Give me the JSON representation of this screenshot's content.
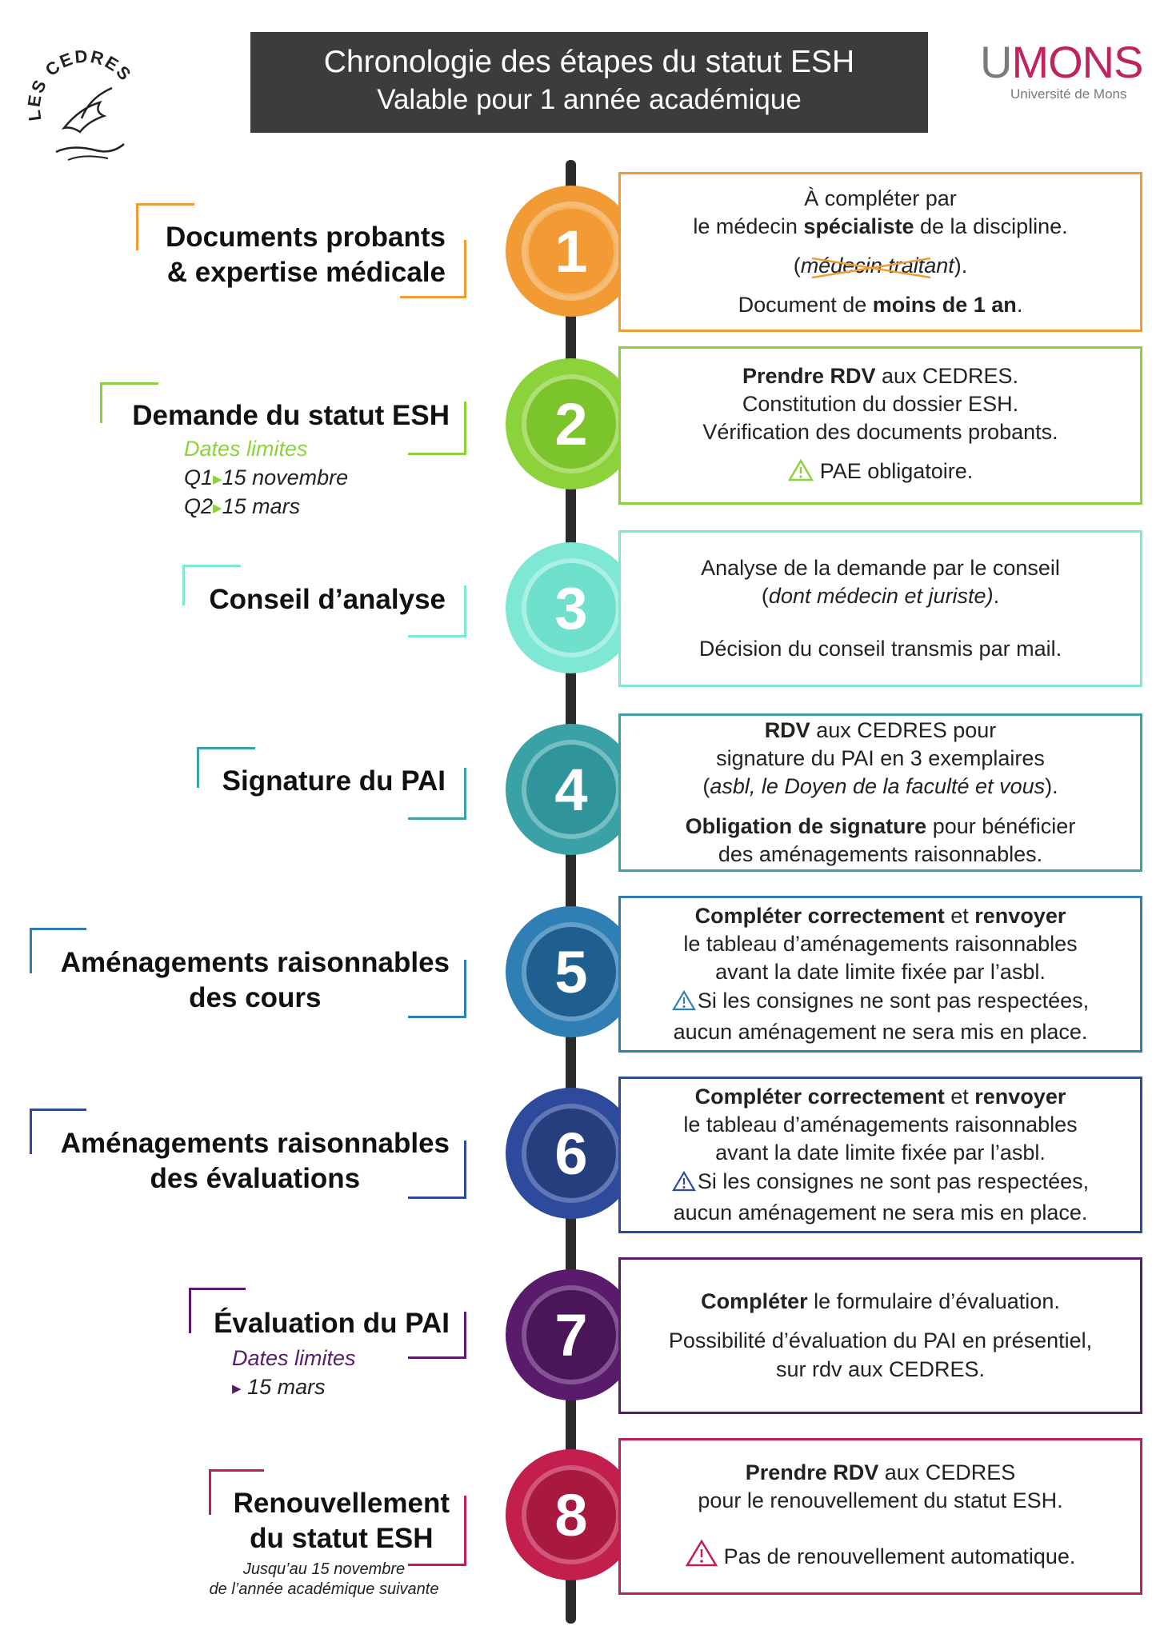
{
  "header": {
    "title": "Chronologie des étapes du statut ESH",
    "subtitle": "Valable pour 1 année académique"
  },
  "logos": {
    "left_text": "LES CEDRES",
    "right_main": "UMONS",
    "right_sub": "Université de Mons"
  },
  "colors": {
    "step1": "#f29a33",
    "step2": "#8cd23a",
    "step3": "#7fe8d5",
    "step4": "#3aa2a6",
    "step5": "#2f7fb5",
    "step6": "#2d4a9c",
    "step7": "#5a1b6d",
    "step8": "#c21e4e",
    "header_bg": "#3b3c3e"
  },
  "steps": [
    {
      "number": "1",
      "title_lines": [
        "Documents probants",
        "& expertise médicale"
      ],
      "desc": {
        "line1": "À compléter par",
        "line2_pre": "le médecin ",
        "line2_bold": "spécialiste",
        "line2_post": " de la discipline.",
        "line3_open": "(",
        "line3_struck": "médecin traitant",
        "line3_close": ").",
        "line4_pre": "Document de ",
        "line4_bold": "moins de 1 an",
        "line4_post": "."
      }
    },
    {
      "number": "2",
      "title_lines": [
        "Demande du statut ESH"
      ],
      "dates_label": "Dates limites",
      "dates": [
        {
          "q": "Q1",
          "date": "15 novembre"
        },
        {
          "q": "Q2",
          "date": "15 mars"
        }
      ],
      "desc": {
        "line1_bold": "Prendre RDV",
        "line1_post": " aux CEDRES.",
        "line2": "Constitution du dossier ESH.",
        "line3": "Vérification des documents probants.",
        "line4": "PAE obligatoire."
      }
    },
    {
      "number": "3",
      "title_lines": [
        "Conseil d’analyse"
      ],
      "desc": {
        "line1": "Analyse de la demande par le conseil",
        "line2_open": "(",
        "line2_italic": "dont médecin et juriste)",
        "line2_close": ".",
        "line3": "Décision du conseil transmis par mail."
      }
    },
    {
      "number": "4",
      "title_lines": [
        "Signature du PAI"
      ],
      "desc": {
        "line1_bold": "RDV",
        "line1_post": " aux CEDRES pour",
        "line2": "signature du PAI en 3 exemplaires",
        "line3_open": "(",
        "line3_italic": "asbl, le Doyen de la faculté et vous",
        "line3_close": ").",
        "line4_bold": "Obligation de signature",
        "line4_post": " pour bénéficier",
        "line5": "des aménagements raisonnables."
      }
    },
    {
      "number": "5",
      "title_lines": [
        "Aménagements raisonnables",
        "des cours"
      ],
      "desc": {
        "line1_bold_a": "Compléter correctement",
        "line1_mid": " et ",
        "line1_bold_b": "renvoyer",
        "line2": "le tableau d’aménagements raisonnables",
        "line3": "avant la date limite fixée par l’asbl.",
        "line4": "Si les consignes ne sont pas respectées,",
        "line5": "aucun aménagement ne sera mis en place."
      }
    },
    {
      "number": "6",
      "title_lines": [
        "Aménagements raisonnables",
        "des évaluations"
      ],
      "desc": {
        "line1_bold_a": "Compléter correctement",
        "line1_mid": " et ",
        "line1_bold_b": "renvoyer",
        "line2": "le tableau d’aménagements raisonnables",
        "line3": "avant la date limite fixée par l’asbl.",
        "line4": "Si les consignes ne sont pas respectées,",
        "line5": "aucun aménagement ne sera mis en place."
      }
    },
    {
      "number": "7",
      "title_lines": [
        "Évaluation du PAI"
      ],
      "dates_label": "Dates limites",
      "dates": [
        {
          "date": "15 mars"
        }
      ],
      "desc": {
        "line1_bold": "Compléter",
        "line1_post": " le formulaire d’évaluation.",
        "line2": "Possibilité d’évaluation du PAI en présentiel,",
        "line3": "sur rdv aux CEDRES."
      }
    },
    {
      "number": "8",
      "title_lines": [
        "Renouvellement",
        "du statut ESH"
      ],
      "note_lines": [
        "Jusqu’au 15 novembre",
        "de l’année académique suivante"
      ],
      "desc": {
        "line1_bold": "Prendre RDV",
        "line1_post": " aux CEDRES",
        "line2": "pour le renouvellement du statut ESH.",
        "line3": "Pas de renouvellement automatique."
      }
    }
  ]
}
